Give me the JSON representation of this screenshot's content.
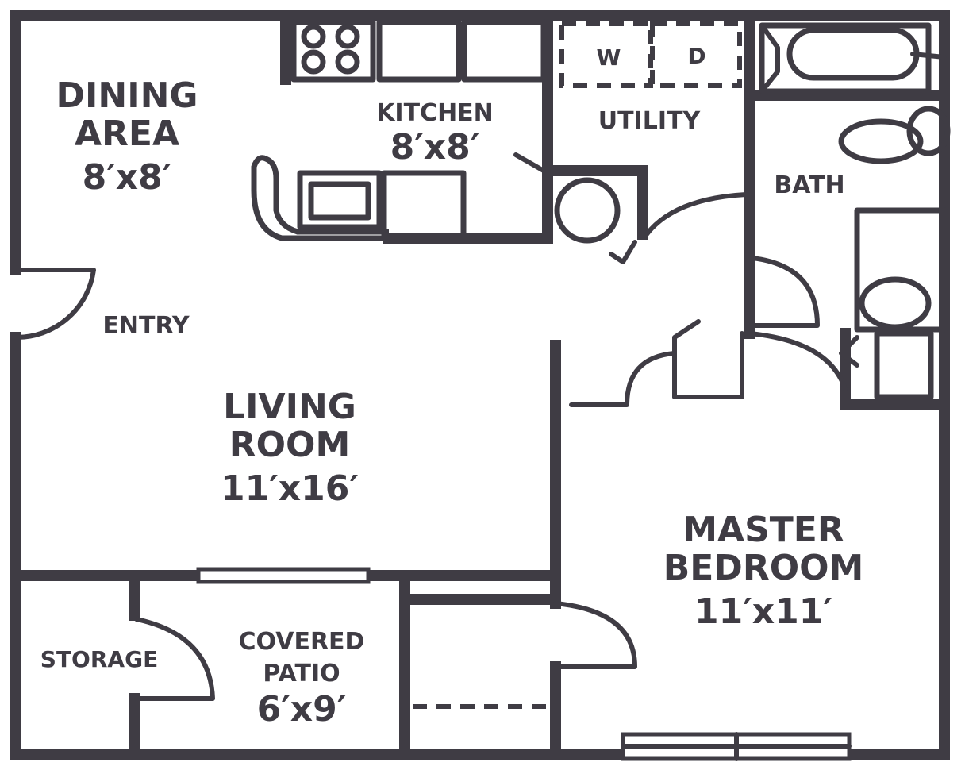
{
  "rooms": {
    "dining": {
      "name_line1": "DINING",
      "name_line2": "AREA",
      "size": "8′x8′"
    },
    "kitchen": {
      "name": "KITCHEN",
      "size": "8′x8′"
    },
    "utility": {
      "name": "UTILITY",
      "washer": "W",
      "dryer": "D"
    },
    "bath": {
      "name": "BATH"
    },
    "entry": {
      "name": "ENTRY"
    },
    "living": {
      "name_line1": "LIVING",
      "name_line2": "ROOM",
      "size": "11′x16′"
    },
    "master": {
      "name_line1": "MASTER",
      "name_line2": "BEDROOM",
      "size": "11′x11′"
    },
    "storage": {
      "name": "STORAGE"
    },
    "patio": {
      "name_line1": "COVERED",
      "name_line2": "PATIO",
      "size": "6′x9′"
    }
  },
  "colors": {
    "line": "#3f3c44",
    "background": "#ffffff"
  }
}
